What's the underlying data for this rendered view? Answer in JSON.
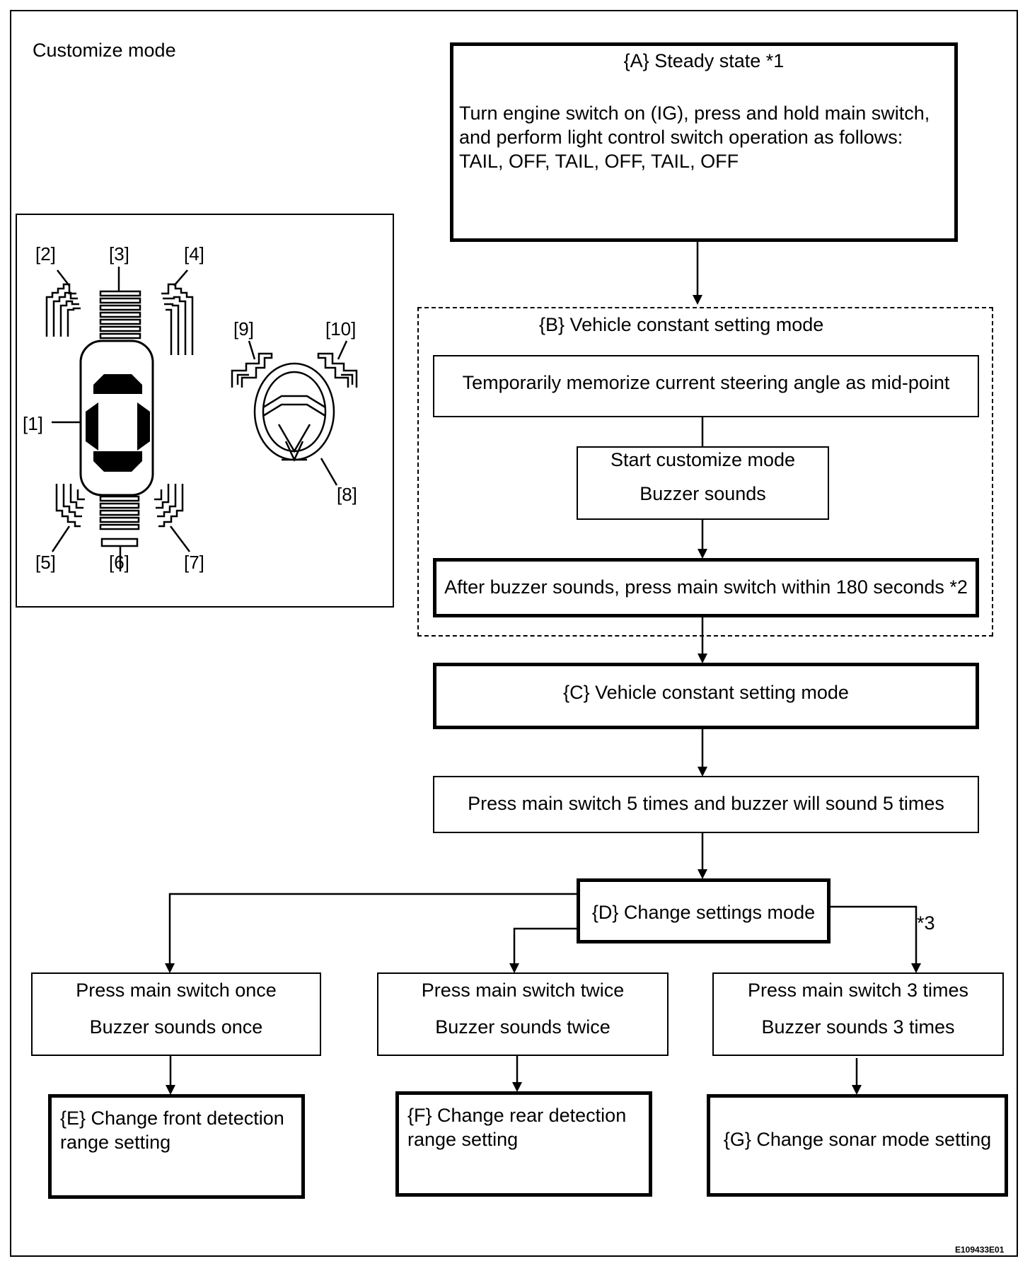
{
  "title": "Customize mode",
  "figure_code": "E109433E01",
  "illustration": {
    "labels": [
      "[1]",
      "[2]",
      "[3]",
      "[4]",
      "[5]",
      "[6]",
      "[7]",
      "[8]",
      "[9]",
      "[10]"
    ]
  },
  "flow": {
    "A": {
      "title": "{A} Steady state *1",
      "lines": [
        "Turn engine switch on (IG), press and hold main switch,",
        "and perform light control switch operation as follows:",
        "TAIL, OFF, TAIL, OFF, TAIL, OFF"
      ]
    },
    "B": {
      "title": "{B} Vehicle constant setting mode",
      "step1": "Temporarily memorize current steering angle as mid-point",
      "step2_line1": "Start customize mode",
      "step2_line2": "Buzzer sounds",
      "step3": "After buzzer sounds, press main switch within 180 seconds *2"
    },
    "C": {
      "title": "{C} Vehicle constant setting mode"
    },
    "press5": "Press main switch 5 times and buzzer will sound 5 times",
    "D": {
      "title": "{D} Change settings mode",
      "note": "*3"
    },
    "options": [
      {
        "line1": "Press main switch once",
        "line2": "Buzzer sounds once"
      },
      {
        "line1": "Press main switch twice",
        "line2": "Buzzer sounds twice"
      },
      {
        "line1": "Press main switch 3 times",
        "line2": "Buzzer sounds 3 times"
      }
    ],
    "E": {
      "line1": "{E} Change front detection",
      "line2": "range setting"
    },
    "F": {
      "line1": "{F} Change rear detection",
      "line2": "range setting"
    },
    "G": {
      "title": "{G} Change sonar mode setting"
    }
  }
}
